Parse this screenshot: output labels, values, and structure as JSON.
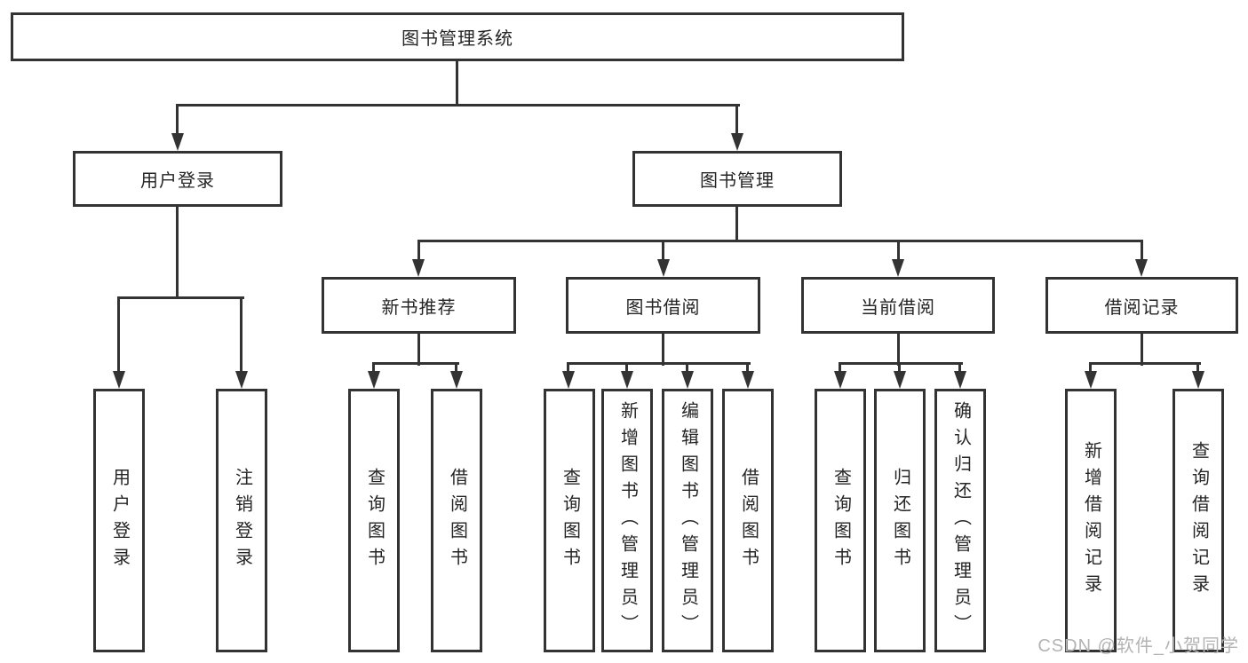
{
  "tree": {
    "root": {
      "label": "图书管理系统"
    },
    "branches": [
      {
        "label": "用户登录",
        "children": [
          {
            "label": "用户登录"
          },
          {
            "label": "注销登录"
          }
        ]
      },
      {
        "label": "图书管理",
        "children": [
          {
            "label": "新书推荐",
            "children": [
              {
                "label": "查询图书"
              },
              {
                "label": "借阅图书"
              }
            ]
          },
          {
            "label": "图书借阅",
            "children": [
              {
                "label": "查询图书"
              },
              {
                "label": "新增图书（管理员）"
              },
              {
                "label": "编辑图书（管理员）"
              },
              {
                "label": "借阅图书"
              }
            ]
          },
          {
            "label": "当前借阅",
            "children": [
              {
                "label": "查询图书"
              },
              {
                "label": "归还图书"
              },
              {
                "label": "确认归还（管理员）"
              }
            ]
          },
          {
            "label": "借阅记录",
            "children": [
              {
                "label": "新增借阅记录"
              },
              {
                "label": "查询借阅记录"
              }
            ]
          }
        ]
      }
    ]
  },
  "watermark": {
    "text": "CSDN @软件_小贺同学",
    "color": "#b3b3b3"
  },
  "colors": {
    "line": "#333333",
    "box_border": "#333333",
    "text": "#252525",
    "background": "#ffffff"
  }
}
